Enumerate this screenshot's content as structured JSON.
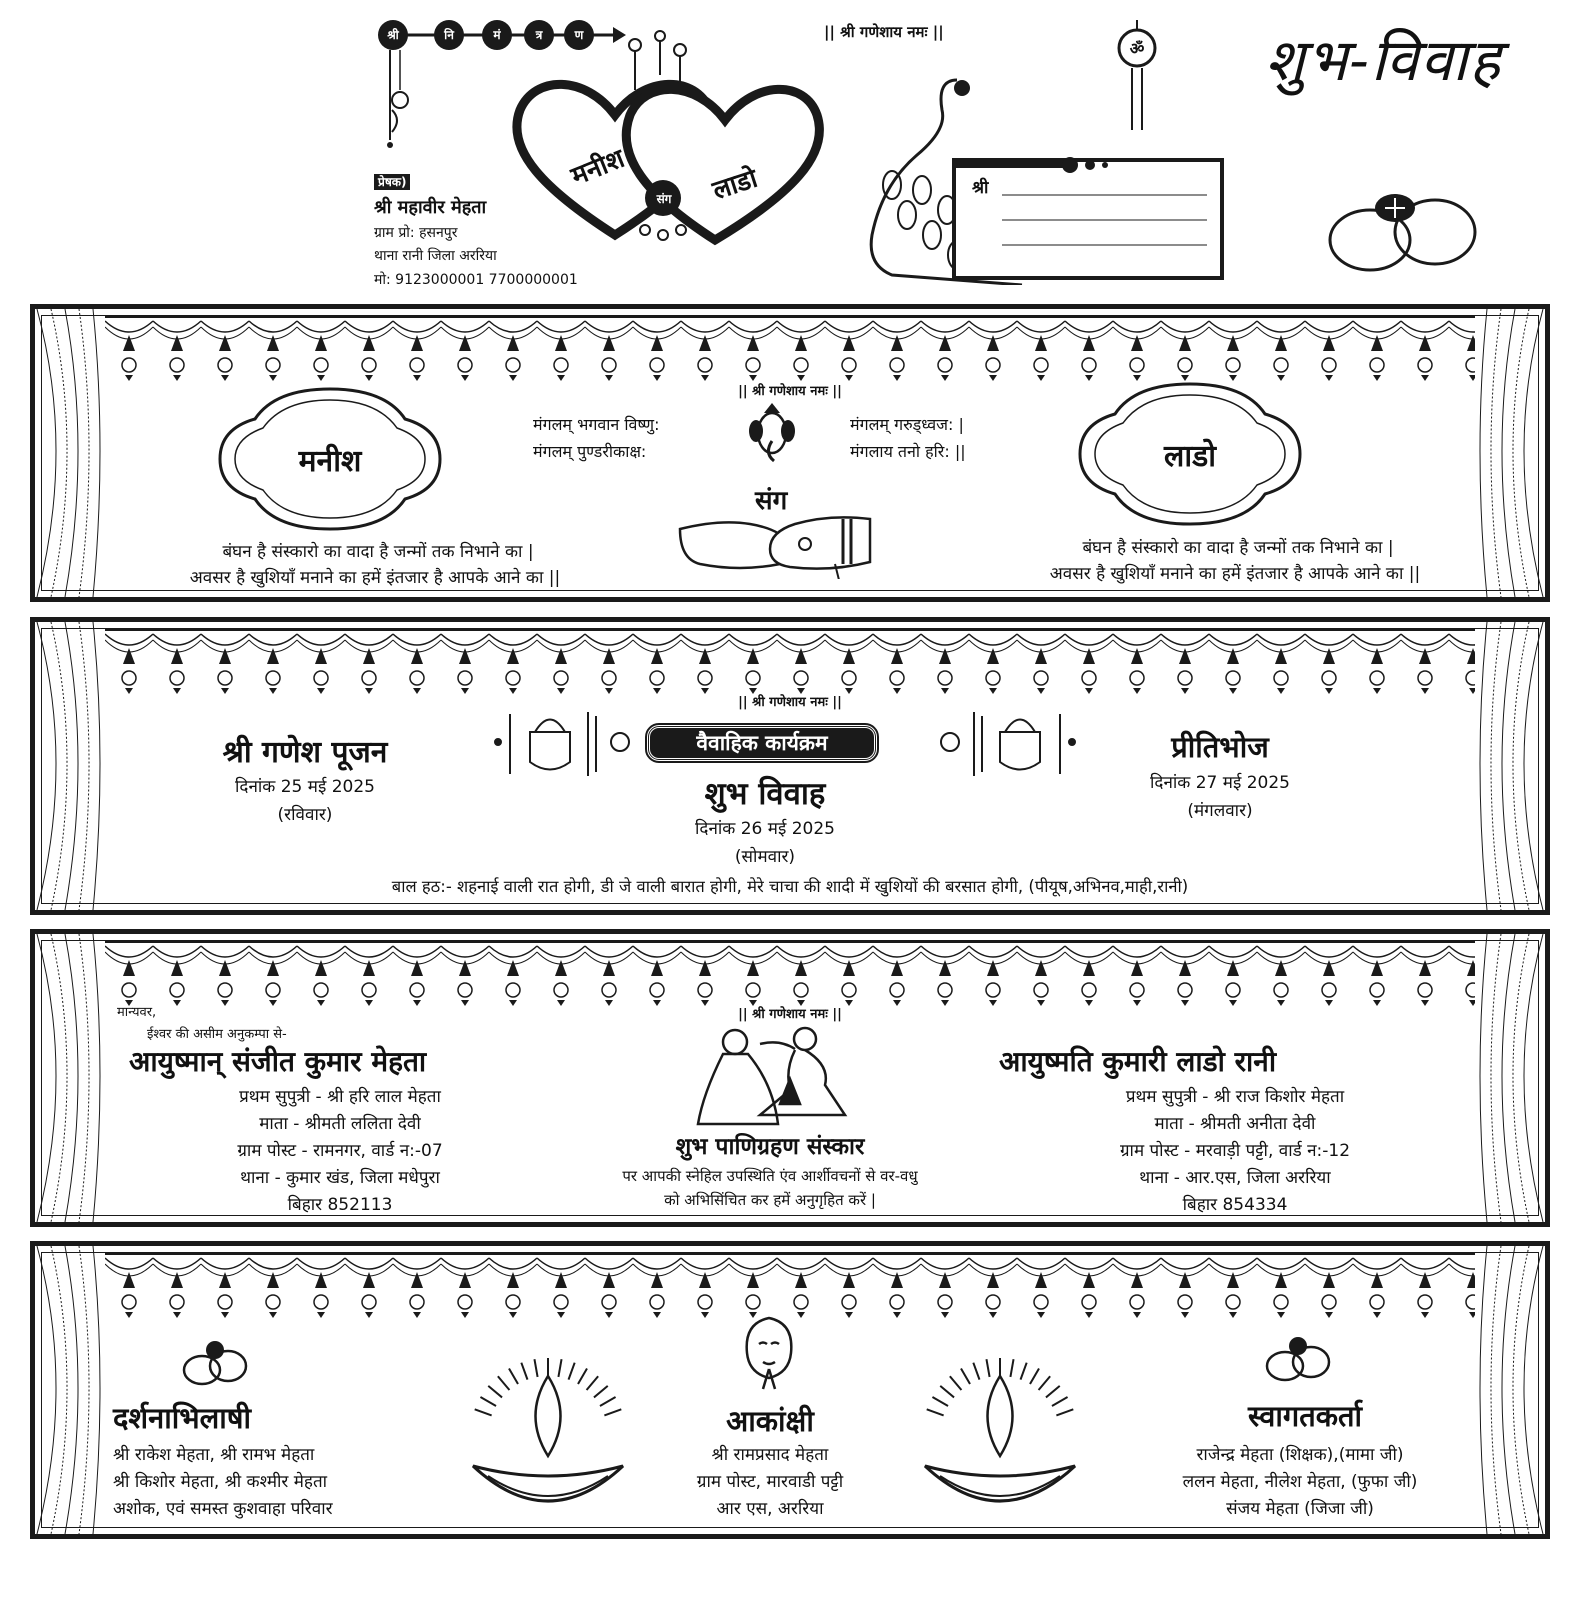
{
  "header": {
    "nimantran_letters": [
      "श्री",
      "नि",
      "मं",
      "त्र",
      "ण"
    ],
    "sender_tag": "प्रेषक)",
    "sender_name": "श्री महावीर मेहता",
    "sender_village": "ग्राम प्रो: हसनपुर",
    "sender_thana": "थाना रानी जिला अररिया",
    "sender_mobile": "मो: 9123000001  7700000001",
    "heart_left": "मनीश",
    "heart_right": "लाडो",
    "heart_center": "संग",
    "ganeshaya": "|| श्री गणेशाय नमः ||",
    "card_shri": "श्री",
    "om_glyph": "ॐ",
    "calligraphy": "शुभ-विवाह"
  },
  "panel1": {
    "ganeshaya": "|| श्री गणेशाय नमः ||",
    "groom_name": "मनीश",
    "bride_name": "लाडो",
    "mantra_left_1": "मंगलम् भगवान विष्णु:",
    "mantra_left_2": "मंगलम् पुण्डरीकाक्ष:",
    "mantra_right_1": "मंगलम् गरुड्ध्वज: |",
    "mantra_right_2": "मंगलाय तनो हरि: ||",
    "sang": "संग",
    "verse_left_1": "बंघन है संस्कारो का वादा है जन्मों तक निभाने का |",
    "verse_left_2": "अवसर है खुशियाँ मनाने का हमें इंतजार है आपके आने का ||",
    "verse_right_1": "बंघन है संस्कारो का वादा है जन्मों तक निभाने का |",
    "verse_right_2": "अवसर है खुशियाँ मनाने का हमें इंतजार है आपके आने का ||"
  },
  "panel2": {
    "ganeshaya": "|| श्री गणेशाय नमः ||",
    "program_banner": "वैवाहिक कार्यक्रम",
    "event_left_title": "श्री गणेश पूजन",
    "event_left_date": "दिनांक 25 मई 2025",
    "event_left_day": "(रविवार)",
    "event_center_title": "शुभ विवाह",
    "event_center_date": "दिनांक 26 मई 2025",
    "event_center_day": "(सोमवार)",
    "event_right_title": "प्रीतिभोज",
    "event_right_date": "दिनांक 27 मई 2025",
    "event_right_day": "(मंगलवार)",
    "bal_hath": "बाल हठ:- शहनाई वाली रात होगी, डी जे वाली बारात होगी, मेरे चाचा की शादी में खुशियों की बरसात होगी, (पीयूष,अभिनव,माही,रानी)"
  },
  "panel3": {
    "ganeshaya": "|| श्री गणेशाय नमः ||",
    "manyavar": "मान्यवर,",
    "ishwar": "ईश्वर की असीम अनुकम्पा से-",
    "groom_full": "आयुष्मान् संजीत कुमार मेहता",
    "groom_line1": "प्रथम सुपुत्री - श्री हरि लाल मेहता",
    "groom_line2": "माता - श्रीमती ललिता देवी",
    "groom_line3": "ग्राम पोस्ट - रामनगर, वार्ड न:-07",
    "groom_line4": "थाना - कुमार खंड, जिला मधेपुरा",
    "groom_line5": "बिहार 852113",
    "bride_full": "आयुष्मति कुमारी लाडो रानी",
    "bride_line1": "प्रथम सुपुत्री - श्री राज किशोर मेहता",
    "bride_line2": "माता - श्रीमती अनीता देवी",
    "bride_line3": "ग्राम पोस्ट - मरवाड़ी पट्टी, वार्ड न:-12",
    "bride_line4": "थाना - आर.एस, जिला अररिया",
    "bride_line5": "बिहार 854334",
    "sanskar_title": "शुभ पाणिग्रहण संस्कार",
    "sanskar_line1": "पर आपकी स्नेहिल उपस्थिति एंव आर्शीवचनों से वर-वधु",
    "sanskar_line2": "को अभिसिंचित कर हमें अनुगृहित करें |"
  },
  "panel4": {
    "left_title": "दर्शनाभिलाषी",
    "left_line1": "श्री राकेश मेहता, श्री रामभ मेहता",
    "left_line2": "श्री किशोर मेहता, श्री कश्मीर मेहता",
    "left_line3": "अशोक,  एवं समस्त कुशवाहा परिवार",
    "center_title": "आकांक्षी",
    "center_line1": "श्री रामप्रसाद मेहता",
    "center_line2": "ग्राम पोस्ट, मारवाडी पट्टी",
    "center_line3": "आर एस, अररिया",
    "right_title": "स्वागतकर्ता",
    "right_line1": "राजेन्द्र मेहता (शिक्षक),(मामा जी)",
    "right_line2": "ललन मेहता, नीलेश मेहता, (फुफा जी)",
    "right_line3": "संजय मेहता (जिजा जी)"
  },
  "colors": {
    "ink": "#1a1a1a",
    "paper": "#ffffff"
  }
}
